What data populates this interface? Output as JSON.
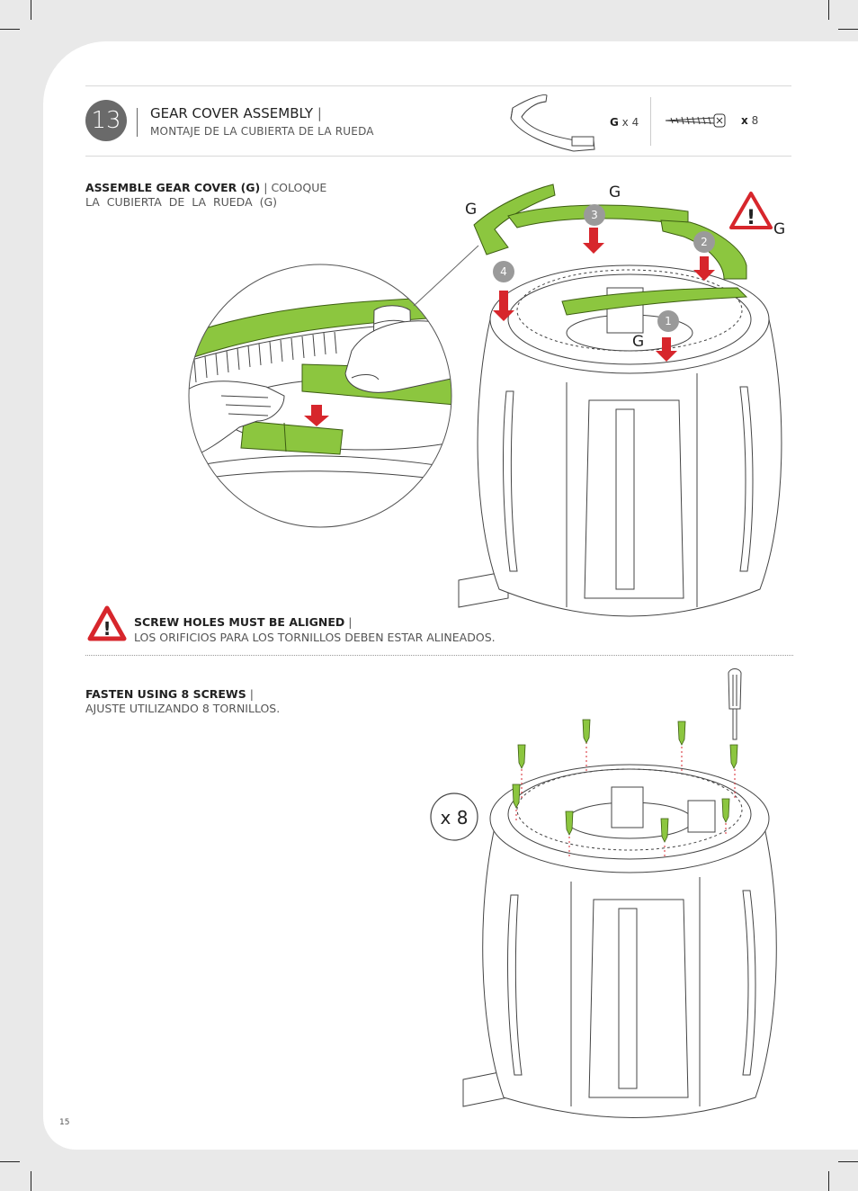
{
  "step": {
    "number": "13",
    "title_en": "GEAR COVER ASSEMBLY",
    "separator": "|",
    "title_es": "MONTAJE DE LA CUBIERTA DE LA RUEDA"
  },
  "parts": [
    {
      "letter": "G",
      "qty_text": " x 4"
    },
    {
      "letter": "x",
      "qty_text": " 8"
    }
  ],
  "instruction1": {
    "bold": "ASSEMBLE GEAR COVER (G)",
    "sep": " | ",
    "rest_line1": "COLOQUE",
    "line2": "LA  CUBIERTA  DE  LA  RUEDA  (G)"
  },
  "warning": {
    "bold": "SCREW HOLES MUST BE ALIGNED",
    "sep": " |",
    "line2": "LOS ORIFICIOS PARA LOS TORNILLOS  DEBEN ESTAR ALINEADOS."
  },
  "instruction2": {
    "bold": "FASTEN USING 8 SCREWS",
    "sep": " |",
    "line2": "AJUSTE UTILIZANDO 8 TORNILLOS."
  },
  "labels": {
    "g": "G",
    "order": [
      "1",
      "2",
      "3",
      "4"
    ],
    "times8": "x 8",
    "excl": "!"
  },
  "page_number": "15",
  "colors": {
    "accent_green": "#8cc63f",
    "arrow_red": "#d7262c",
    "step_grey": "#6a6a6a",
    "badge_grey": "#9a9a9a"
  }
}
